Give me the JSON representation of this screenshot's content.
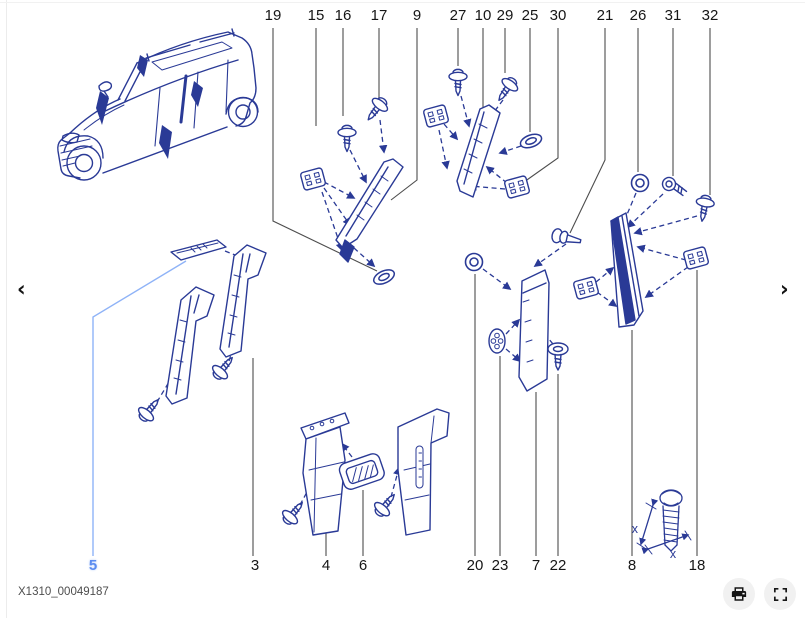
{
  "figure": {
    "id": "X1310_00049187"
  },
  "nav": {
    "prev": "‹",
    "next": "›"
  },
  "callouts": {
    "top": [
      {
        "label": "19"
      },
      {
        "label": "15"
      },
      {
        "label": "16"
      },
      {
        "label": "17"
      },
      {
        "label": "9"
      },
      {
        "label": "27"
      },
      {
        "label": "10"
      },
      {
        "label": "29"
      },
      {
        "label": "25"
      },
      {
        "label": "30"
      },
      {
        "label": "21"
      },
      {
        "label": "26"
      },
      {
        "label": "31"
      },
      {
        "label": "32"
      }
    ],
    "bottom": [
      {
        "label": "5",
        "highlighted": true
      },
      {
        "label": "3"
      },
      {
        "label": "4"
      },
      {
        "label": "6"
      },
      {
        "label": "20"
      },
      {
        "label": "23"
      },
      {
        "label": "7"
      },
      {
        "label": "22"
      },
      {
        "label": "8"
      },
      {
        "label": "18"
      }
    ]
  },
  "inset": {
    "dim1": "x",
    "dim2": "x"
  },
  "colors": {
    "ink": "#2a3a96",
    "highlight": "#5b8cf0",
    "highlight_leader": "#8fb3f7",
    "leader": "#4d4d4d"
  }
}
